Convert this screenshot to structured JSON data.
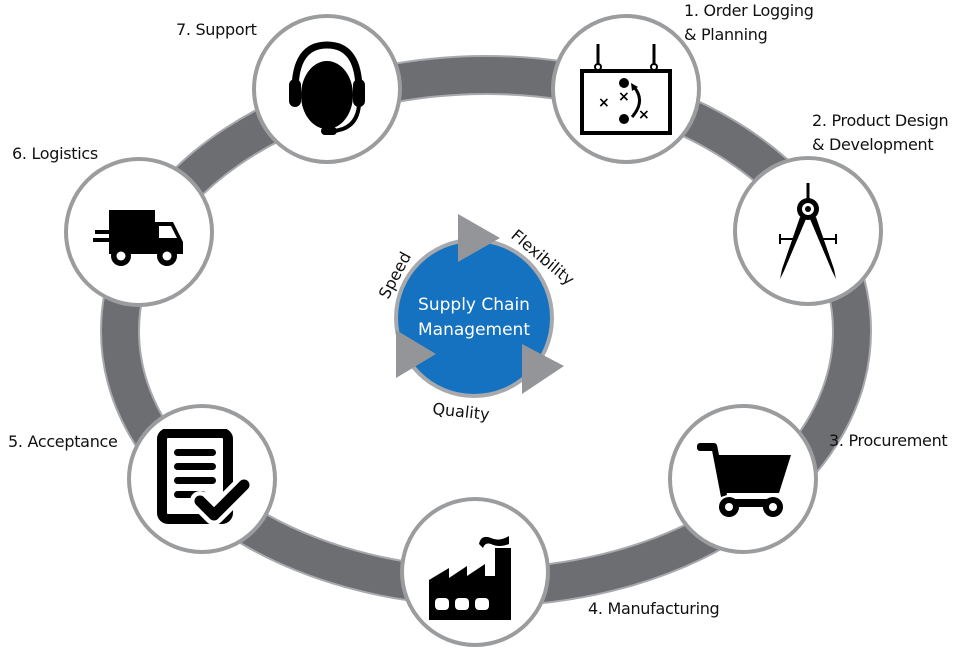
{
  "diagram": {
    "center": {
      "title_line1": "Supply Chain",
      "title_line2": "Management",
      "attributes": [
        "Speed",
        "Flexibility",
        "Quality"
      ]
    },
    "steps": [
      {
        "label_line1": "1. Order Logging",
        "label_line2": "& Planning",
        "icon": "strategy-board-icon"
      },
      {
        "label_line1": "2. Product Design",
        "label_line2": "& Development",
        "icon": "drafting-compass-icon"
      },
      {
        "label_line1": "3. Procurement",
        "label_line2": "",
        "icon": "shopping-cart-icon"
      },
      {
        "label_line1": "4. Manufacturing",
        "label_line2": "",
        "icon": "factory-icon"
      },
      {
        "label_line1": "5. Acceptance",
        "label_line2": "",
        "icon": "document-check-icon"
      },
      {
        "label_line1": "6. Logistics",
        "label_line2": "",
        "icon": "delivery-truck-icon"
      },
      {
        "label_line1": "7. Support",
        "label_line2": "",
        "icon": "headset-agent-icon"
      }
    ],
    "colors": {
      "ring": "#6d6e71",
      "ring_edge": "#a7a9ac",
      "node_border": "#9b9c9e",
      "center_fill": "#1472c0",
      "arrow": "#939598",
      "icon": "#000000",
      "text": "#111111",
      "center_text": "#ffffff"
    }
  }
}
